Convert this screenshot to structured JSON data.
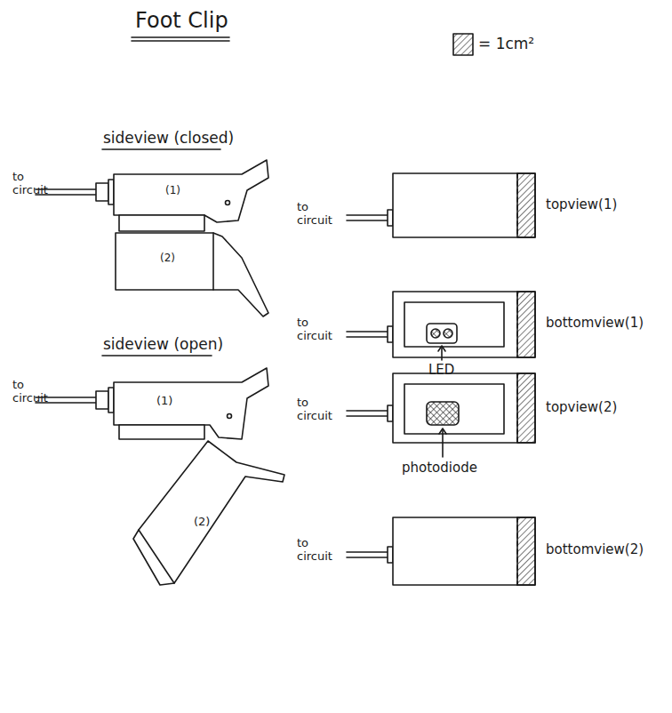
{
  "diagram": {
    "title": "Foot Clip",
    "labels": [
      "sideview (closed)",
      "to circuit",
      "(1)",
      "(2)",
      "sideview (open)",
      "to circuit",
      "(1)",
      "(2)",
      "to circuit",
      "topview(1)",
      "to circuit",
      "LED",
      "bottomview(1)",
      "to circuit",
      "photodiode",
      "topview(2)",
      "to circuit",
      "bottomview(2)"
    ],
    "legend": [
      {
        "text": "= 1cm²"
      }
    ]
  }
}
